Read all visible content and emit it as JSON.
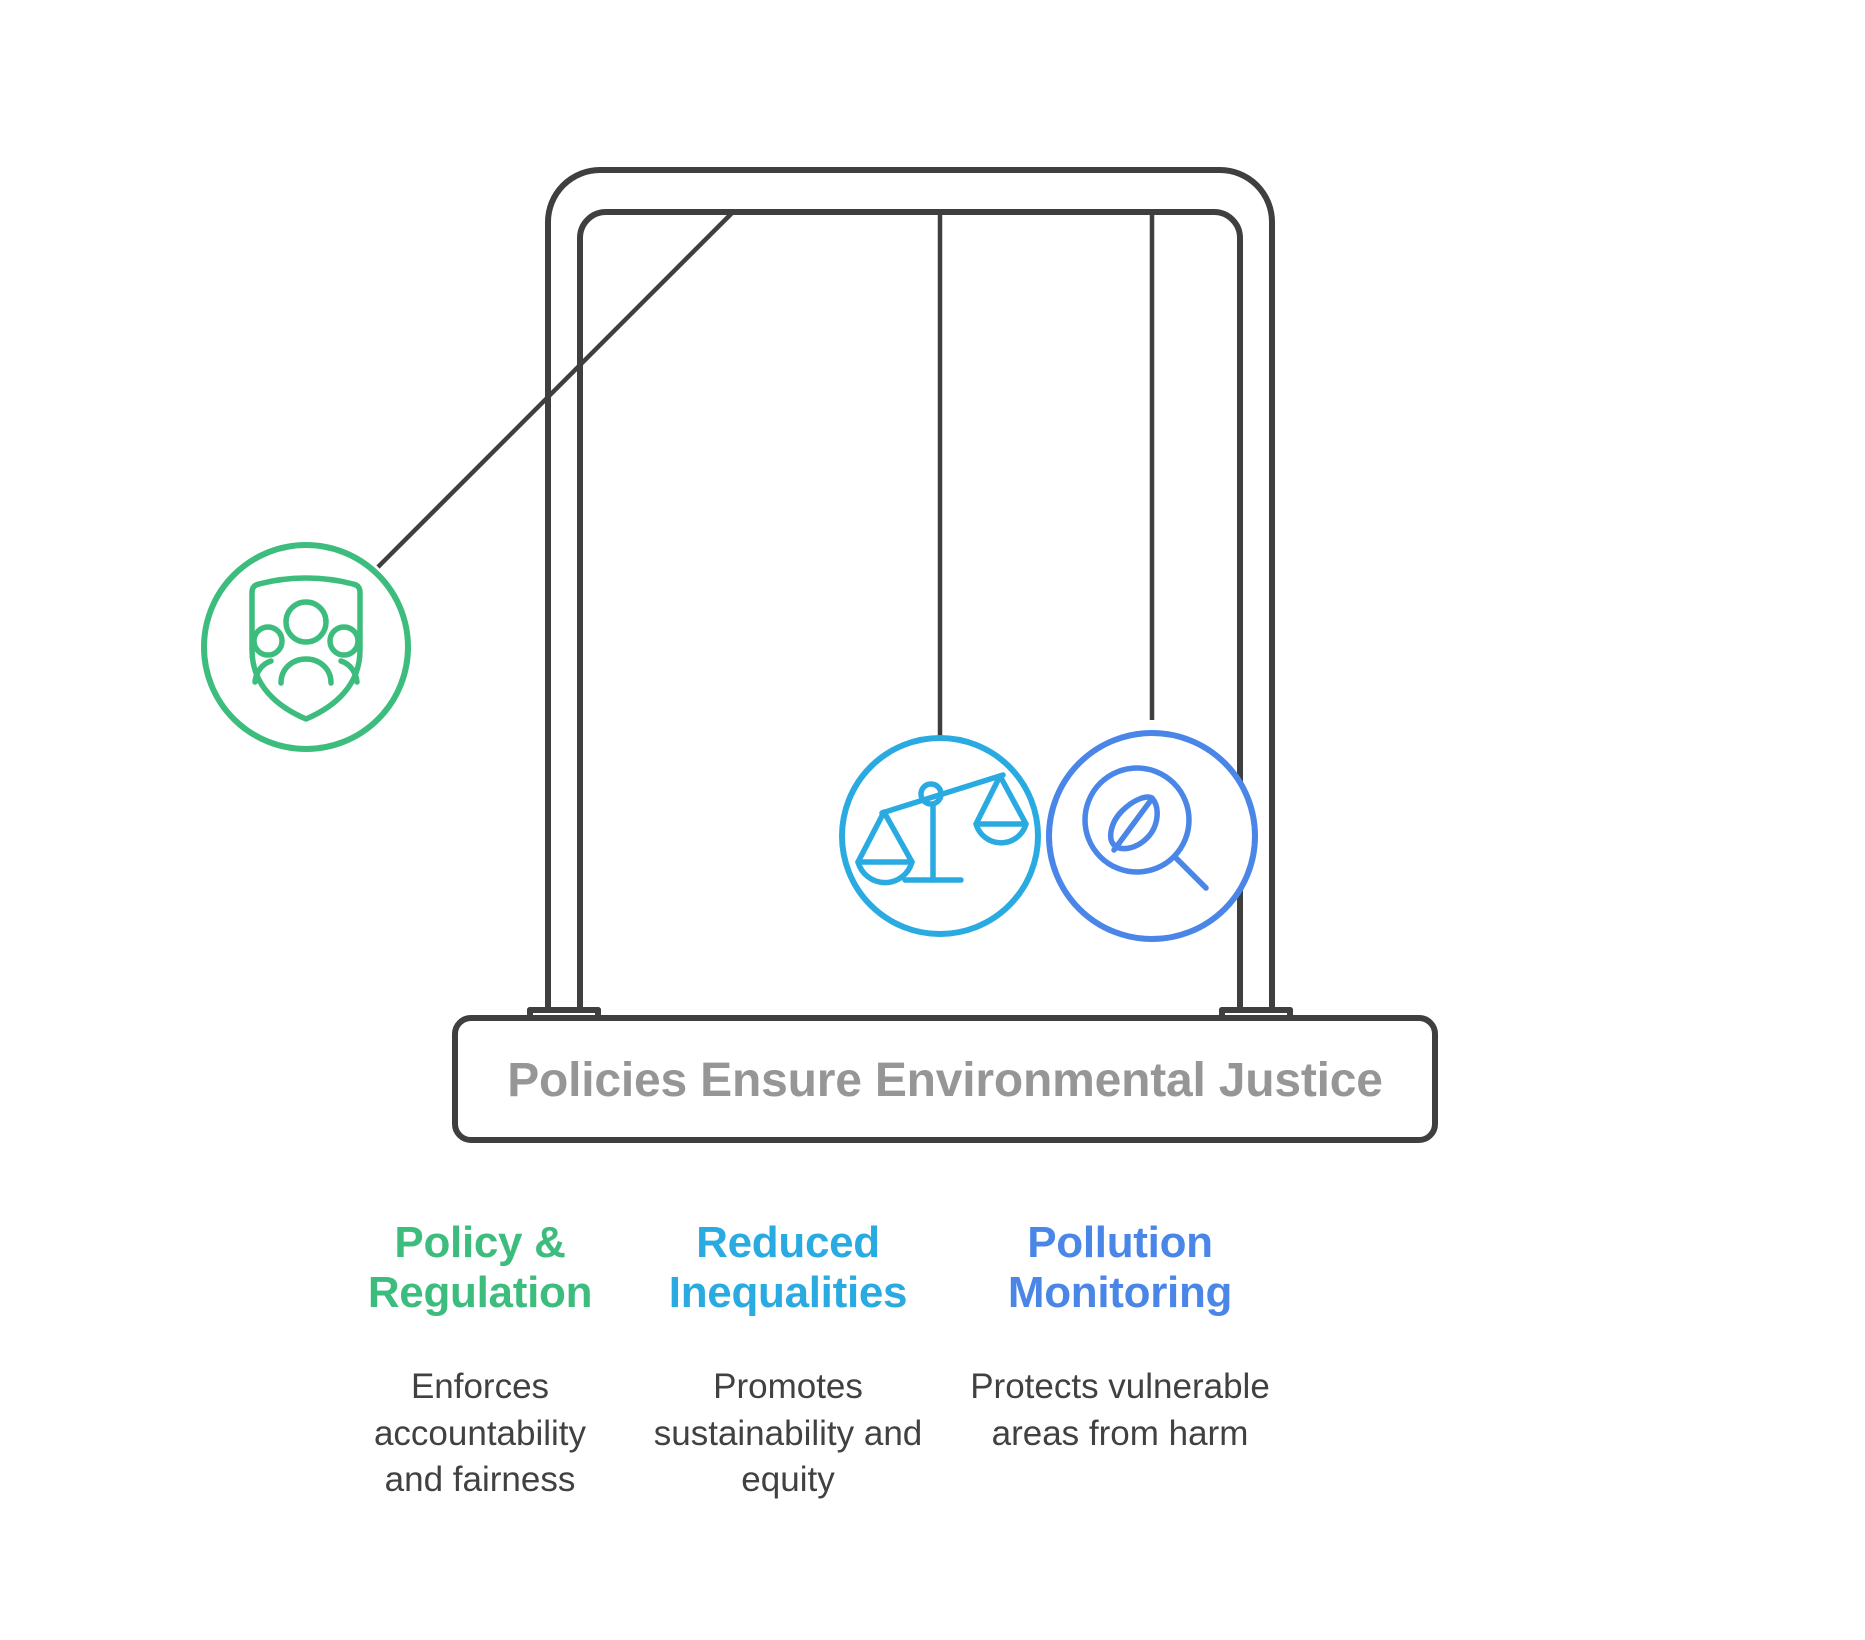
{
  "diagram": {
    "type": "swing-frame-infographic",
    "base_label": "Policies Ensure Environmental Justice",
    "frame_color": "#3f3f3f",
    "base_label_color": "#969696",
    "pendulums": [
      {
        "id": "policy-regulation",
        "icon": "shield-people-icon",
        "color": "#3dbd7d",
        "state": "swung-left"
      },
      {
        "id": "reduced-inequalities",
        "icon": "balance-scales-icon",
        "color": "#29abe2",
        "state": "hanging"
      },
      {
        "id": "pollution-monitoring",
        "icon": "leaf-magnifier-icon",
        "color": "#4a86e8",
        "state": "hanging"
      }
    ]
  },
  "legend": {
    "columns": [
      {
        "title": "Policy &\nRegulation",
        "color": "#3dbd7d",
        "description": "Enforces accountability and fairness"
      },
      {
        "title": "Reduced\nInequalities",
        "color": "#29abe2",
        "description": "Promotes sustainability and equity"
      },
      {
        "title": "Pollution\nMonitoring",
        "color": "#4a86e8",
        "description": "Protects vulnerable areas from harm"
      }
    ]
  }
}
